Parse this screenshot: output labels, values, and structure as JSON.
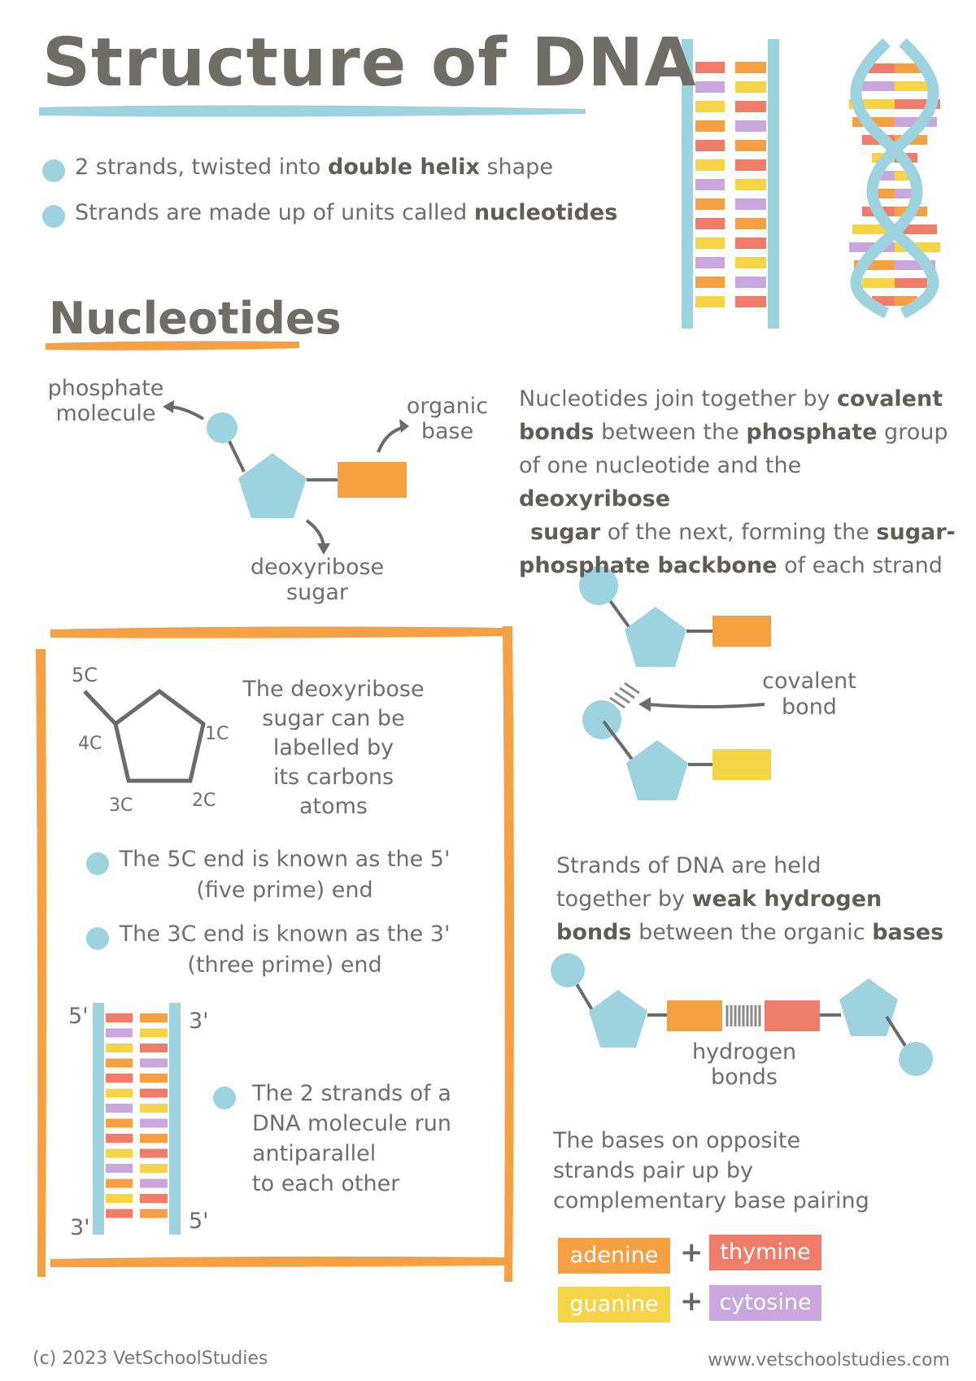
{
  "title": "Structure of DNA",
  "intro": {
    "bullet1": {
      "pre": "2 strands, twisted into ",
      "bold": "double helix",
      "post": " shape"
    },
    "bullet2": {
      "pre": "Strands are made up of units called ",
      "bold": "nucleotides"
    }
  },
  "section_heading": "Nucleotides",
  "nucleotide_labels": {
    "phosphate_1": "phosphate",
    "phosphate_2": "molecule",
    "base_1": "organic",
    "base_2": "base",
    "sugar_1": "deoxyribose",
    "sugar_2": "sugar"
  },
  "covalent_text": {
    "l1_pre": "Nucleotides join together by ",
    "l1_bold": "covalent",
    "l2_bold": "bonds",
    "l2_mid": " between the ",
    "l2_bold2": "phosphate",
    "l2_post": " group",
    "l3_pre": "of one nucleotide and the ",
    "l3_bold": "deoxyribose",
    "l4_bold": "sugar",
    "l4_mid": " of the next, forming the ",
    "l4_bold2": "sugar-",
    "l5_bold": "phosphate backbone",
    "l5_post": " of each strand"
  },
  "covalent_bond_label": {
    "l1": "covalent",
    "l2": "bond"
  },
  "carbon_labels": {
    "c5": "5C",
    "c4": "4C",
    "c1": "1C",
    "c3": "3C",
    "c2": "2C"
  },
  "sugar_text": {
    "l1": "The deoxyribose",
    "l2": "sugar can be",
    "l3": "labelled by",
    "l4": "its carbons",
    "l5": "atoms"
  },
  "prime_bullets": {
    "five_1": "The 5C end is known as the 5'",
    "five_2": "(five prime) end",
    "three_1": "The 3C end is known as the 3'",
    "three_2": "(three prime) end"
  },
  "strand_ends": {
    "top_left": "5'",
    "top_right": "3'",
    "bottom_left": "3'",
    "bottom_right": "5'"
  },
  "antiparallel_text": {
    "l1": "The 2 strands of a",
    "l2": "DNA molecule run",
    "l3": "antiparallel",
    "l4": "to each other"
  },
  "hydrogen_text": {
    "l1": "Strands of DNA are held",
    "l2_pre": "together by ",
    "l2_bold": "weak hydrogen",
    "l3_bold": "bonds",
    "l3_mid": " between the organic ",
    "l3_bold2": "bases"
  },
  "hydrogen_label": {
    "l1": "hydrogen",
    "l2": "bonds"
  },
  "pairing_text": {
    "l1": "The bases on opposite",
    "l2": "strands pair up by",
    "l3": "complementary base pairing"
  },
  "base_pairs": [
    {
      "left": "adenine",
      "right": "thymine",
      "left_color": "#f4a043",
      "right_color": "#f07c6a"
    },
    {
      "left": "guanine",
      "right": "cytosine",
      "left_color": "#f5d547",
      "right_color": "#c9a6dc"
    }
  ],
  "plus_sign": "+",
  "footer": {
    "left": "(c) 2023 VetSchoolStudies",
    "right": "www.vetschoolstudies.com"
  },
  "colors": {
    "blue": "#9dd3de",
    "orange": "#f4a043",
    "red": "#f07c6a",
    "yellow": "#f5d547",
    "purple": "#c9a6dc",
    "grey": "#6b6b6b"
  }
}
